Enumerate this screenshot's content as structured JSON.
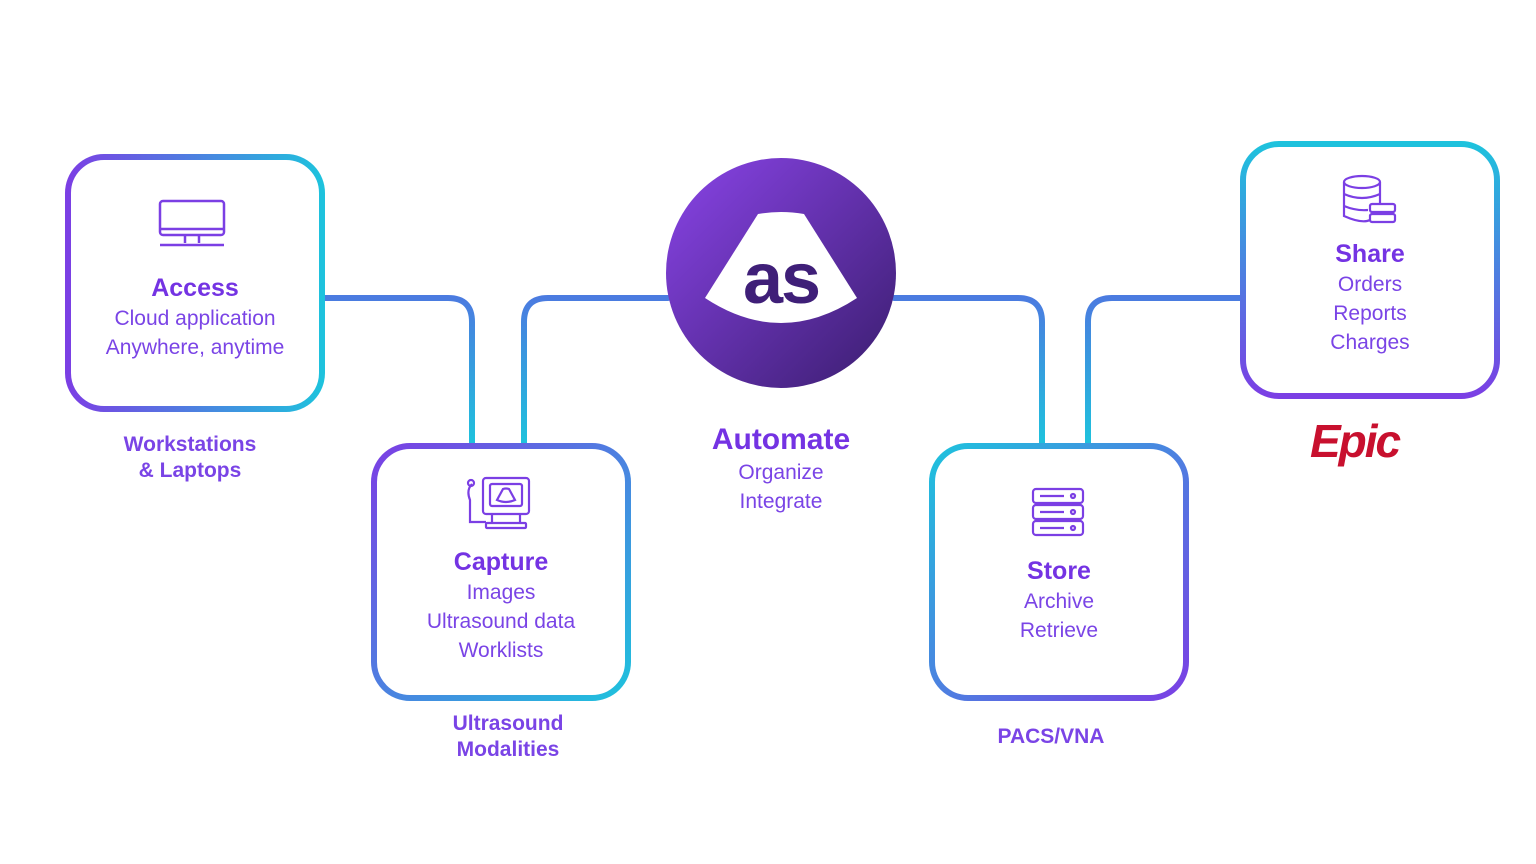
{
  "center": {
    "logo_text": "as",
    "title": "Automate",
    "lines": [
      "Organize",
      "Integrate"
    ]
  },
  "access": {
    "title": "Access",
    "lines": [
      "Cloud application",
      "Anywhere, anytime"
    ],
    "caption": [
      "Workstations",
      "& Laptops"
    ],
    "icon": "monitor-icon"
  },
  "capture": {
    "title": "Capture",
    "lines": [
      "Images",
      "Ultrasound data",
      "Worklists"
    ],
    "caption": [
      "Ultrasound",
      "Modalities"
    ],
    "icon": "ultrasound-machine-icon"
  },
  "store": {
    "title": "Store",
    "lines": [
      "Archive",
      "Retrieve"
    ],
    "caption": [
      "PACS/VNA"
    ],
    "icon": "server-icon"
  },
  "share": {
    "title": "Share",
    "lines": [
      "Orders",
      "Reports",
      "Charges"
    ],
    "logo": "Epic",
    "icon": "database-icon"
  },
  "colors": {
    "purple": "#7b3fe4",
    "cyan": "#1ec2dd",
    "epic_red": "#c8102e"
  }
}
